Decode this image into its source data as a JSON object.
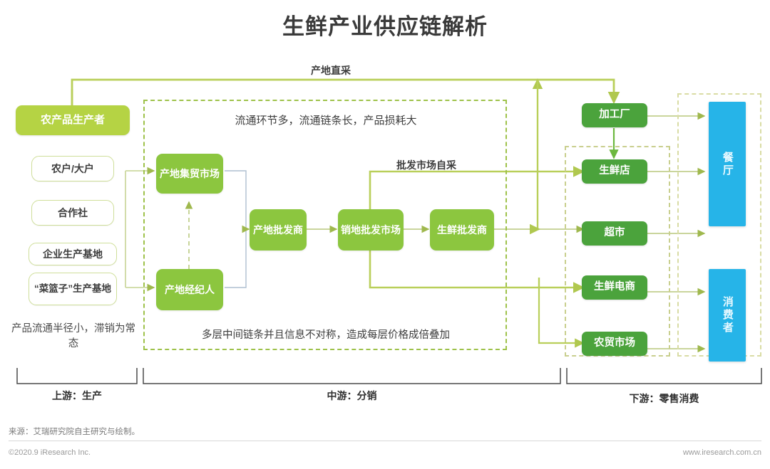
{
  "title": "生鲜产业供应链解析",
  "flow_labels": {
    "direct_sourcing": "产地直采",
    "wholesale_self_sourcing": "批发市场自采"
  },
  "upstream": {
    "producer_box": "农产品生产者",
    "items": [
      "农户/大户",
      "合作社",
      "企业生产基地",
      "“菜篮子”生产基地"
    ],
    "note": "产品流通半径小，滞销为常态",
    "stage_label": "上游：生产"
  },
  "midstream": {
    "top_note": "流通环节多，流通链条长，产品损耗大",
    "bottom_note": "多层中间链条并且信息不对称，造成每层价格成倍叠加",
    "nodes": [
      "产地集贸市场",
      "产地经纪人",
      "产地批发商",
      "销地批发市场",
      "生鲜批发商"
    ],
    "stage_label": "中游：分销"
  },
  "downstream": {
    "nodes": [
      "加工厂",
      "生鲜店",
      "超市",
      "生鲜电商",
      "农贸市场"
    ],
    "consumers": [
      "餐厅",
      "消费者"
    ],
    "stage_label": "下游：零售消费"
  },
  "footer": {
    "source": "来源：艾瑞研究院自主研究与绘制。",
    "copyright": "©2020.9 iResearch Inc.",
    "url": "www.iresearch.com.cn"
  },
  "colors": {
    "lime": "#b5d344",
    "green": "#8cc63f",
    "dark_green": "#4ba33c",
    "blue": "#26b4e8",
    "line": "#b9cf5a",
    "dashed_frame": "#9ec24a"
  }
}
